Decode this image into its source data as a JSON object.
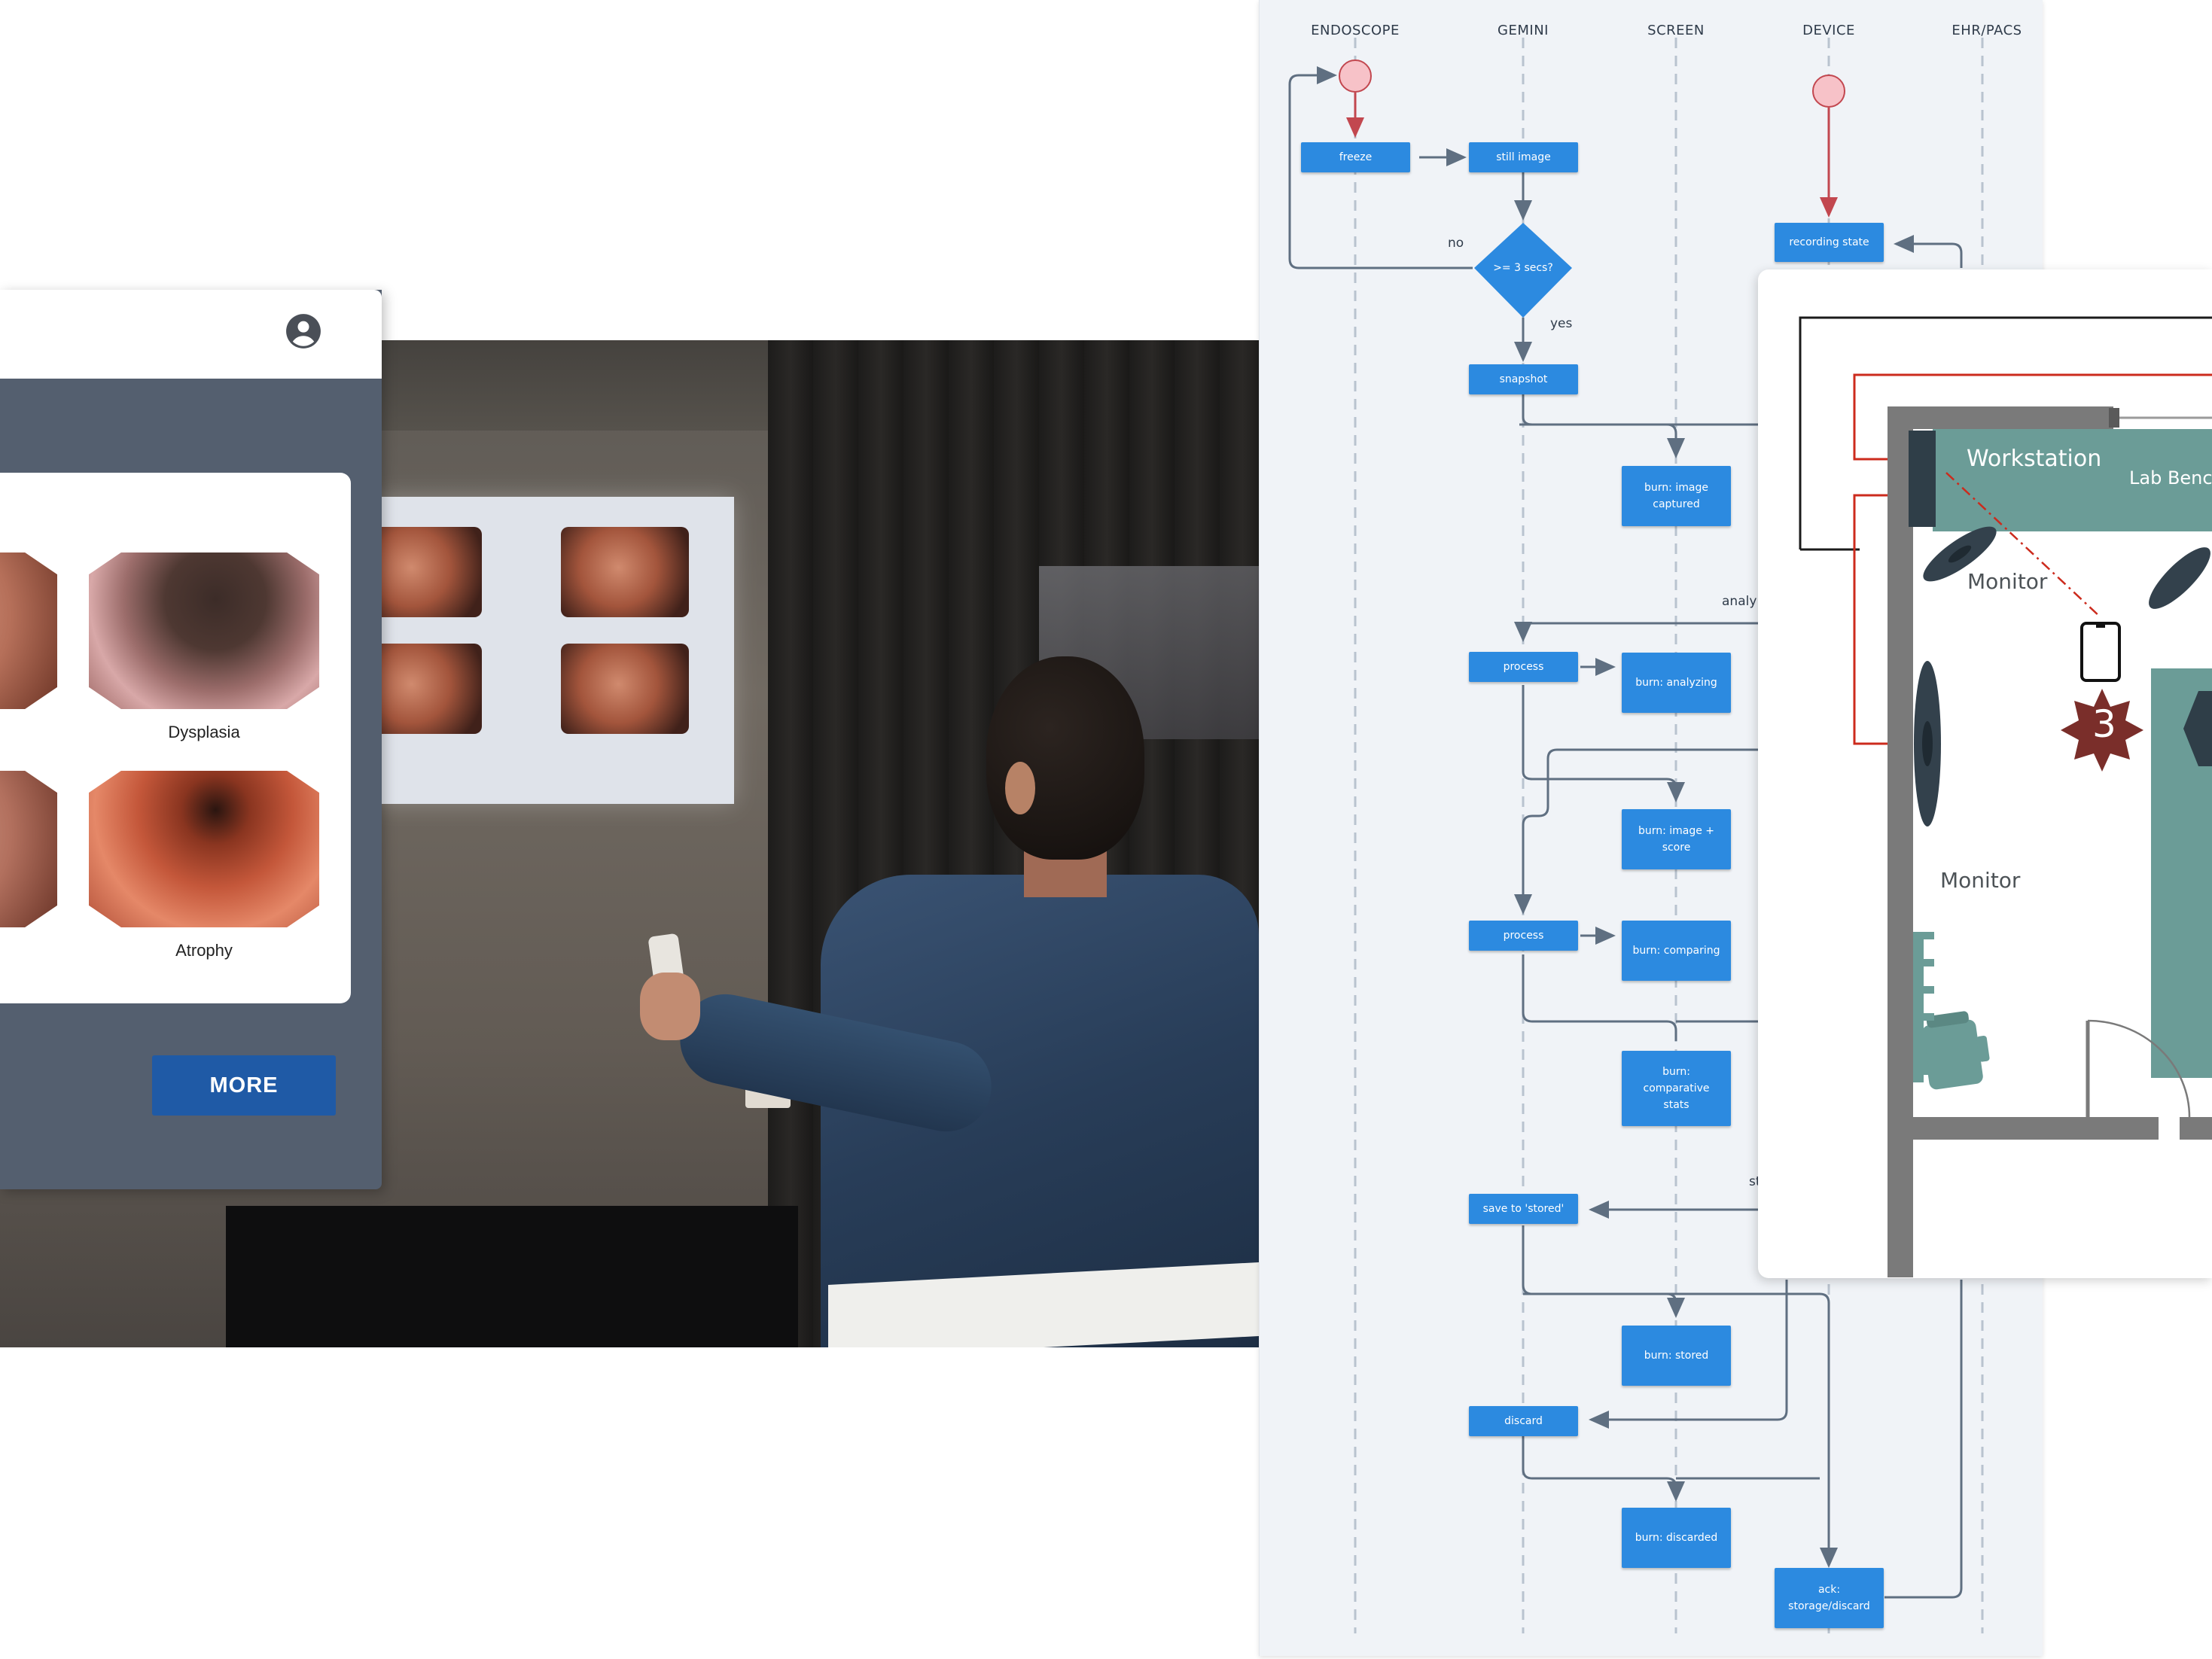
{
  "app": {
    "items": [
      {
        "label": "Dysplasia"
      },
      {
        "label": "Atrophy"
      }
    ],
    "more_label": "MORE"
  },
  "flowchart": {
    "lanes": [
      "ENDOSCOPE",
      "GEMINI",
      "SCREEN",
      "DEVICE",
      "EHR/PACS"
    ],
    "nodes": {
      "freeze": "freeze",
      "still_image": "still image",
      "decision": ">= 3 secs?",
      "snapshot": "snapshot",
      "recording_state": "recording state",
      "burn_image_captured": "burn: image captured",
      "process_1": "process",
      "burn_analyzing": "burn: analyzing",
      "burn_image_score": "burn: image + score",
      "process_2": "process",
      "burn_comparing": "burn: comparing",
      "burn_comparative_stats": "burn: comparative stats",
      "save_stored": "save to 'stored'",
      "burn_stored": "burn: stored",
      "discard": "discard",
      "burn_discarded": "burn: discarded",
      "ack": "ack: storage/discard"
    },
    "edge_labels": {
      "no": "no",
      "yes": "yes",
      "analy": "analy",
      "st": "st"
    }
  },
  "floorplan": {
    "labels": {
      "workstation": "Workstation",
      "lab_bench": "Lab Bench",
      "monitor_1": "Monitor",
      "monitor_2": "Monitor",
      "marker": "3"
    },
    "colors": {
      "bench": "#6b9c97",
      "wall": "#7a7a7a",
      "marker": "#7a2e2a",
      "wire": "#cc2b1d"
    }
  },
  "colors": {
    "node": "#2c8ae0",
    "app_panel": "#545f6f",
    "more_button": "#1f5aa6",
    "lane_bg": "#f0f3f7",
    "start": "#f7c2c8"
  }
}
